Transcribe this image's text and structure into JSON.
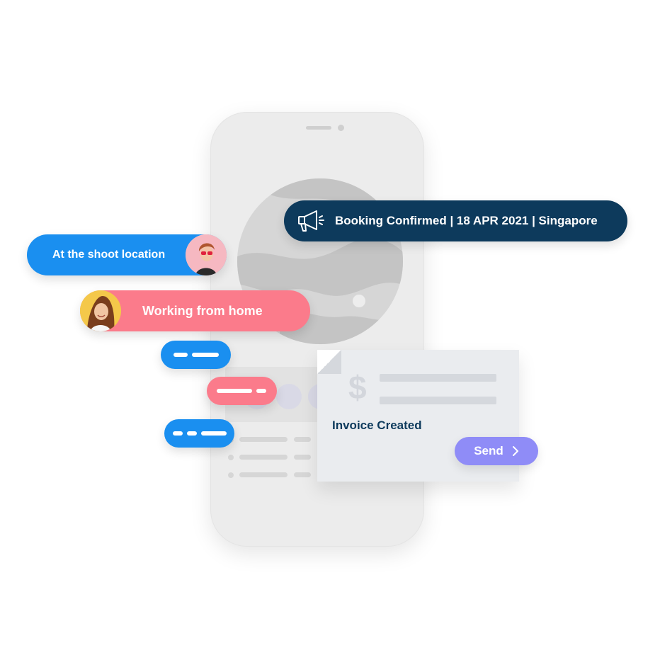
{
  "shoot_status": {
    "label": "At the shoot location",
    "avatar": "woman-with-sunglasses-avatar"
  },
  "home_status": {
    "label": "Working from home",
    "avatar": "smiling-woman-avatar"
  },
  "booking": {
    "label": "Booking Confirmed | 18 APR 2021 | Singapore",
    "icon": "megaphone-icon"
  },
  "invoice": {
    "title": "Invoice Created",
    "currency_symbol": "$",
    "send_label": "Send",
    "send_icon": "chevron-right-icon"
  },
  "colors": {
    "blue": "#1a8ff0",
    "pink": "#fb7b8b",
    "navy": "#0d3a5c",
    "send": "#8f8cf7",
    "phone": "#ececec"
  }
}
